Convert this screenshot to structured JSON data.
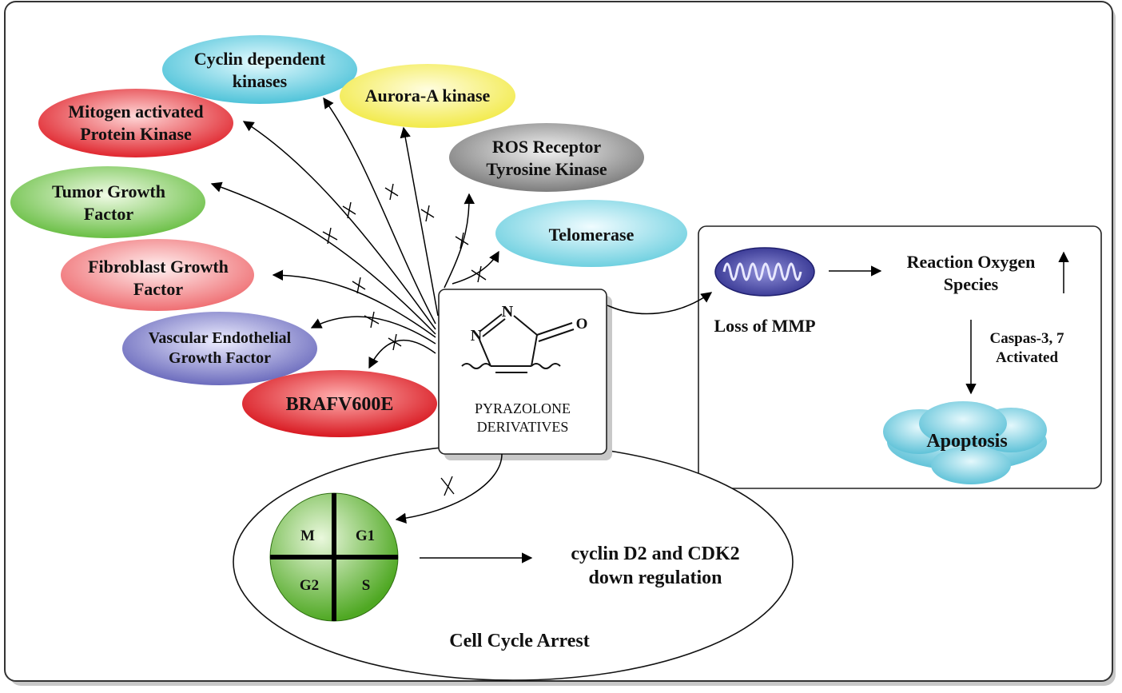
{
  "targets": [
    {
      "label": "Cyclin dependent\nkinases",
      "color": "#4fc3d9"
    },
    {
      "label": "Aurora-A kinase",
      "color": "#f2ea4a"
    },
    {
      "label": "Mitogen activated\nProtein Kinase",
      "color": "#e0262e"
    },
    {
      "label": "ROS Receptor\nTyrosine Kinase",
      "color": "#8a8a8a"
    },
    {
      "label": "Tumor Growth\nFactor",
      "color": "#6abf45"
    },
    {
      "label": "Telomerase",
      "color": "#6fd0e0"
    },
    {
      "label": "Fibroblast Growth\nFactor",
      "color": "#ef6e72"
    },
    {
      "label": "Vascular Endothelial\nGrowth Factor",
      "color": "#6b6bbd"
    },
    {
      "label": "BRAFV600E",
      "color": "#e01b22"
    }
  ],
  "center": {
    "label": "PYRAZOLONE\nDERIVATIVES",
    "atom_n1": "N",
    "atom_n2": "N",
    "atom_o": "O"
  },
  "right_panel": {
    "mitochondria_label": "Loss of MMP",
    "ros_label": "Reaction Oxygen\nSpecies",
    "caspase_label": "Caspas-3, 7\nActivated",
    "apoptosis_label": "Apoptosis"
  },
  "cell_cycle": {
    "title": "Cell Cycle Arrest",
    "phases": [
      "M",
      "G1",
      "G2",
      "S"
    ],
    "result": "cyclin D2 and CDK2\ndown regulation",
    "color": "#5fb82f"
  }
}
